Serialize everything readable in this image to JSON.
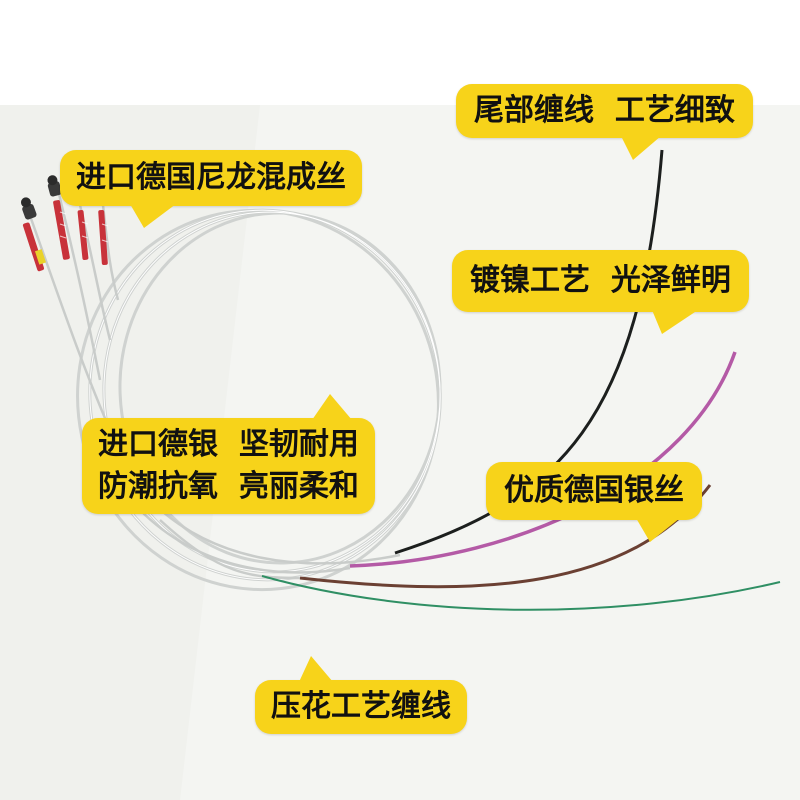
{
  "callouts": {
    "nylon_core": "进口德国尼龙混成丝",
    "tail_winding": "尾部缠线  工艺细致",
    "nickel_plating": "镀镍工艺  光泽鲜明",
    "silver_line1": "进口德银  坚韧耐用",
    "silver_line2": "防潮抗氧  亮丽柔和",
    "german_silver_wire": "优质德国银丝",
    "embossed_winding": "压花工艺缠线"
  },
  "colors": {
    "callout_bg": "#f7d31a",
    "string_silver": "#c9ccca",
    "tail_black": "#1c1f1e",
    "tail_purple": "#b45aa6",
    "tail_brown": "#6b4033",
    "tail_green": "#2f8f64",
    "winding_red": "#c8323a",
    "winding_yellow": "#e9d22a"
  },
  "icons": [
    "ball-end-icon",
    "ball-end-icon",
    "ball-end-icon",
    "ball-end-icon"
  ]
}
